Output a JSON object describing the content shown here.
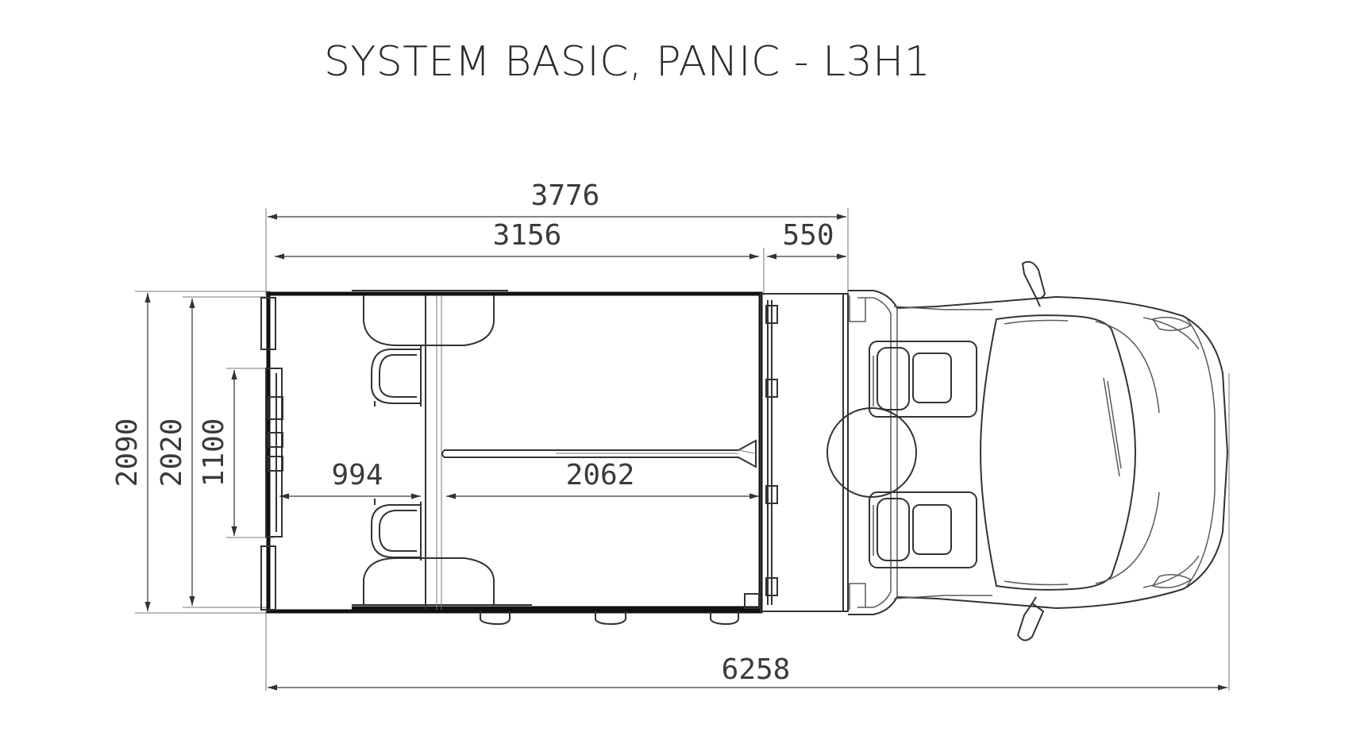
{
  "title": "SYSTEM BASIC, PANIC - L3H1",
  "dimensions": {
    "overall_cargo_length": "3776",
    "cargo_floor_length": "3156",
    "cab_offset": "550",
    "rear_seat_distance": "994",
    "bench_length": "2062",
    "overall_length": "6258",
    "overall_width": "2090",
    "interior_width": "2020",
    "door_opening_width": "1100"
  }
}
